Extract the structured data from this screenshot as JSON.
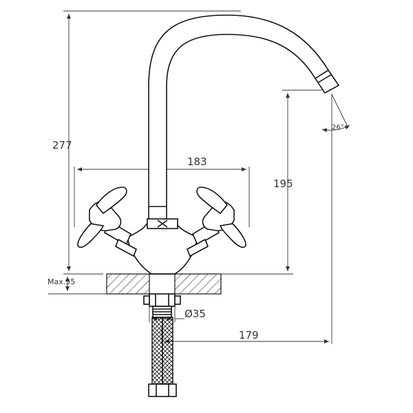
{
  "dimensions": {
    "total_height": "277",
    "handle_span": "183",
    "spout_height": "195",
    "mounting_thickness": "Max.35",
    "hole_diameter": "Ø35",
    "spout_reach": "179",
    "spout_angle": "26°"
  },
  "colors": {
    "line": "#111111",
    "dimension": "#333333",
    "background": "#ffffff"
  },
  "icons": {
    "arrowheads": "dimension-arrow",
    "hatching": "section-hatch"
  }
}
